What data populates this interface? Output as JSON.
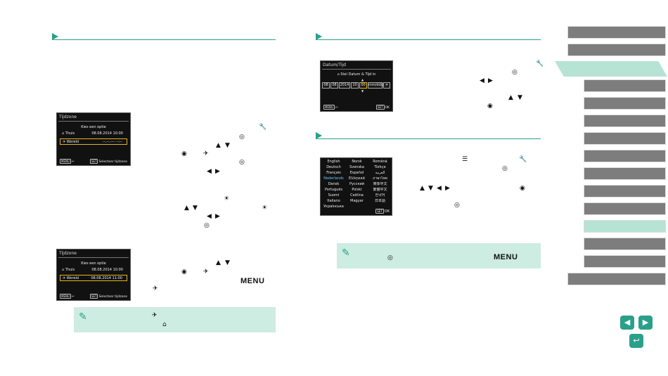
{
  "screen1": {
    "title": "Tijdzone",
    "prompt": "Kies een optie",
    "home_label": "Thuis",
    "home_value": "08.08.2014 10:00",
    "world_label": "Wereld",
    "world_value": "--.--.---- --:--",
    "footer_menu": "MENU",
    "footer_set": "SET",
    "footer_action": "Selecteer tijdzone"
  },
  "screen2": {
    "title": "Tijdzone",
    "prompt": "Kies een optie",
    "home_label": "Thuis",
    "home_value": "08.08.2014 10:00",
    "world_label": "Wereld",
    "world_value": "08.08.2014 11:00",
    "footer_menu": "MENU",
    "footer_set": "SET",
    "footer_action": "Selecteer tijdzone"
  },
  "screen3": {
    "title": "Datum/Tijd",
    "prompt": "Stel Datum & Tijd in",
    "fields": [
      "08",
      "08",
      "2014",
      "10",
      "00",
      "mm/dd/jj"
    ],
    "footer_menu": "MENU",
    "footer_set": "SET",
    "footer_ok": "OK"
  },
  "languages": {
    "col1": [
      "English",
      "Deutsch",
      "Français",
      "Nederlands",
      "Dansk",
      "Português",
      "Suomi",
      "Italiano",
      "Українська"
    ],
    "col2": [
      "Norsk",
      "Svenska",
      "Español",
      "Ελληνικά",
      "Русский",
      "Polski",
      "Čeština",
      "Magyar"
    ],
    "col3": [
      "Română",
      "Türkçe",
      "العربية",
      "ภาษาไทย",
      "简体中文",
      "繁體中文",
      "한국어",
      "日本語"
    ],
    "selected": "Nederlands",
    "footer_set": "SET",
    "footer_ok": "OK"
  },
  "menu_word": "MENU",
  "sidebar_tabs": 15,
  "colors": {
    "accent": "#2aa08a",
    "note_bg": "#cdece2",
    "tab_gray": "#7d7d7d",
    "tab_active": "#b6e3d4"
  },
  "icons": [
    "wrench-icon",
    "up-arrow-icon",
    "down-arrow-icon",
    "left-arrow-icon",
    "right-arrow-icon",
    "dial-icon",
    "airplane-icon",
    "home-icon",
    "pencil-icon",
    "sun-icon",
    "prev-page-icon",
    "next-page-icon",
    "return-icon"
  ]
}
